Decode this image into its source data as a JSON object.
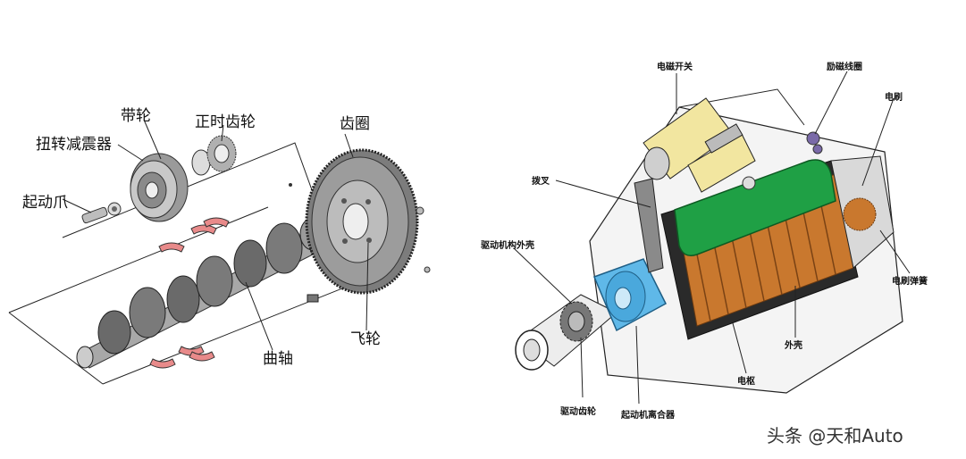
{
  "left_diagram": {
    "labels": {
      "pulley": "带轮",
      "timing_gear": "正时齿轮",
      "torsional_damper": "扭转减震器",
      "ring_gear": "齿圈",
      "starting_claw": "起动爪",
      "crankshaft": "曲轴",
      "flywheel": "飞轮"
    }
  },
  "right_diagram": {
    "labels": {
      "solenoid_switch": "电磁开关",
      "field_coil": "励磁线圈",
      "brush": "电刷",
      "shift_fork": "拨叉",
      "drive_housing": "驱动机构外壳",
      "brush_spring": "电刷弹簧",
      "shell": "外壳",
      "armature": "电枢",
      "drive_pinion": "驱动齿轮",
      "starter_clutch": "起动机离合器"
    }
  },
  "watermark": "头条 @天和Auto",
  "colors": {
    "bearing_red": "#e88a8a",
    "coil_copper": "#c9782e",
    "armature_green": "#1fa045",
    "clutch_blue": "#5fb8e8",
    "solenoid_yellow": "#f2e6a0",
    "field_coil_purple": "#7a6aa8"
  }
}
